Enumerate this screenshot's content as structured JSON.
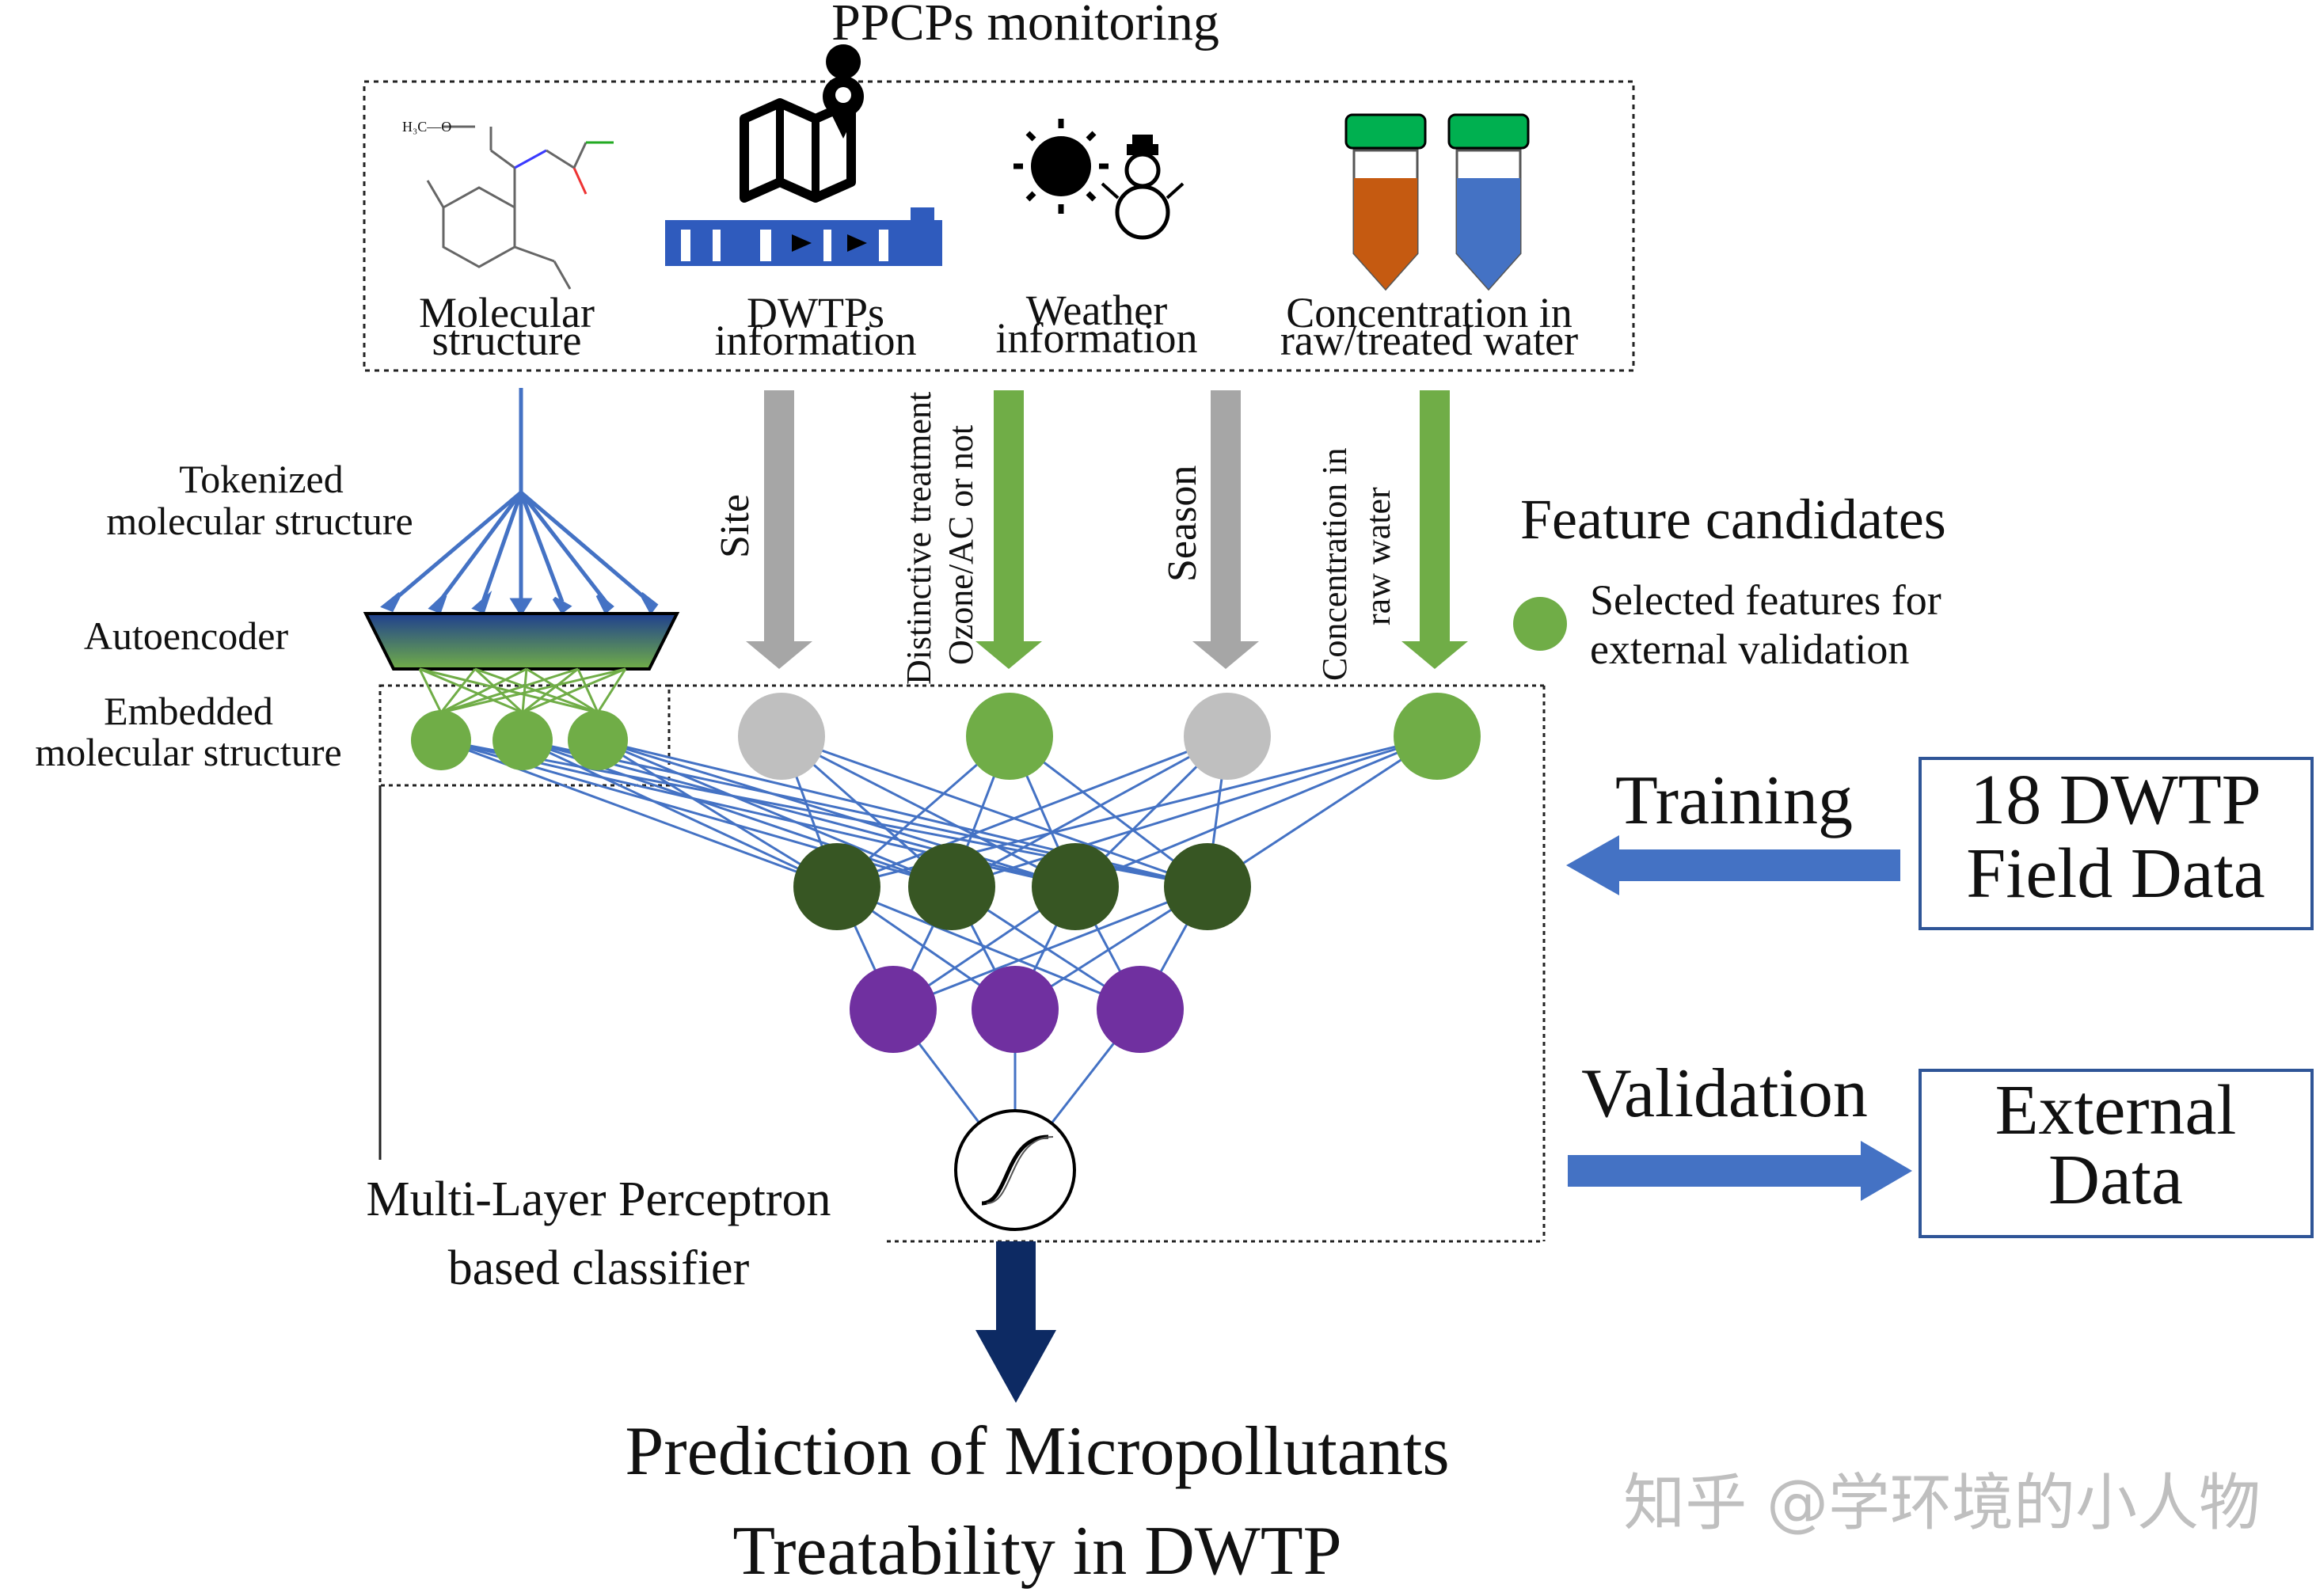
{
  "header": {
    "title": "PPCPs monitoring"
  },
  "sources": [
    {
      "id": "mol",
      "line1": "Molecular",
      "line2": "structure",
      "icon": "molecule-icon"
    },
    {
      "id": "dwtp",
      "line1": "DWTPs",
      "line2": "information",
      "icon": "map-pin-icon"
    },
    {
      "id": "weather",
      "line1": "Weather",
      "line2": "information",
      "icon": "sun-snowman-icon"
    },
    {
      "id": "conc",
      "line1": "Concentration in",
      "line2": "raw/treated water",
      "icon": "test-tubes-icon"
    }
  ],
  "features": {
    "site": "Site",
    "treatment_line1": "Distinctive treatment",
    "treatment_line2": "Ozone/AC or not",
    "season": "Season",
    "conc_line1": "Concentration in",
    "conc_line2": "raw water"
  },
  "left_labels": {
    "tokenized_line1": "Tokenized",
    "tokenized_line2": "molecular structure",
    "autoencoder": "Autoencoder",
    "embedded_line1": "Embedded",
    "embedded_line2": "molecular structure"
  },
  "legend": {
    "title": "Feature candidates",
    "selected_line1": "Selected features for",
    "selected_line2": "external validation"
  },
  "mlp": {
    "line1": "Multi-Layer Perceptron",
    "line2": "based classifier"
  },
  "training": {
    "label": "Training",
    "box_line1": "18 DWTP",
    "box_line2": "Field Data"
  },
  "validation": {
    "label": "Validation",
    "box_line1": "External",
    "box_line2": "Data"
  },
  "output": {
    "line1": "Prediction of Micropollutants",
    "line2": "Treatability in DWTP"
  },
  "watermark": "知乎 @学环境的小人物",
  "colors": {
    "blue": "#4472c4",
    "grey_arrow": "#a6a6a6",
    "grey_node": "#bfbfbf",
    "light_green": "#70ad47",
    "dark_green": "#375623",
    "purple": "#7030a0",
    "navy": "#0d2a63",
    "orange": "#c55a11",
    "tube_green": "#00b050"
  }
}
